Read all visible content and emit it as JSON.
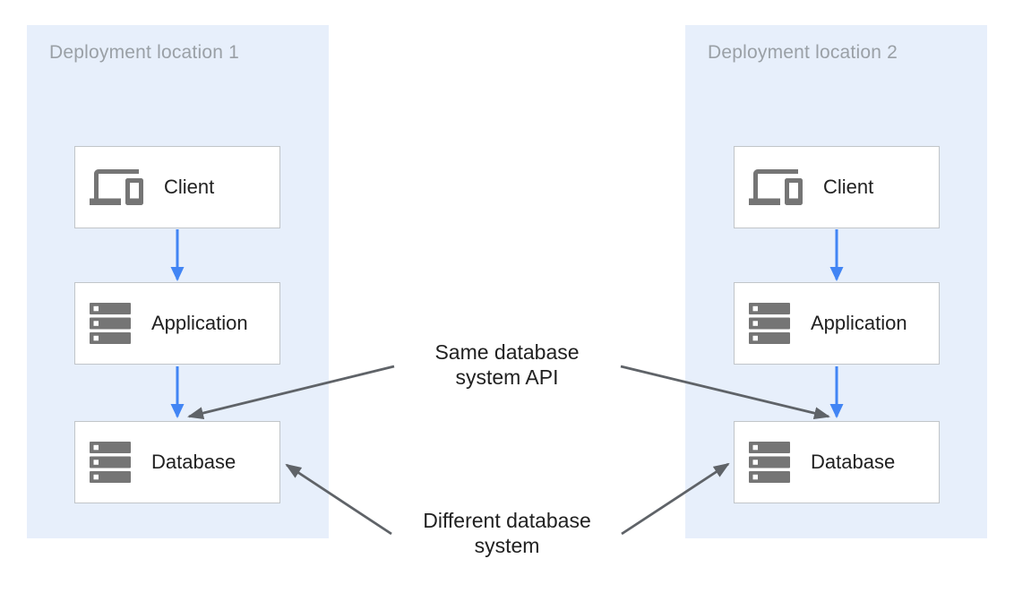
{
  "diagram": {
    "panels": [
      {
        "title": "Deployment location 1",
        "nodes": [
          {
            "label": "Client",
            "icon": "devices-icon"
          },
          {
            "label": "Application",
            "icon": "server-stack-icon"
          },
          {
            "label": "Database",
            "icon": "server-stack-icon"
          }
        ]
      },
      {
        "title": "Deployment location 2",
        "nodes": [
          {
            "label": "Client",
            "icon": "devices-icon"
          },
          {
            "label": "Application",
            "icon": "server-stack-icon"
          },
          {
            "label": "Database",
            "icon": "server-stack-icon"
          }
        ]
      }
    ],
    "annotations": [
      {
        "line1": "Same database",
        "line2": "system API"
      },
      {
        "line1": "Different database",
        "line2": "system"
      }
    ],
    "colors": {
      "panel_bg": "#e7effb",
      "node_bg": "#ffffff",
      "node_border": "#c1c5c9",
      "icon_gray": "#757575",
      "panel_title_gray": "#9aa0a6",
      "node_label": "#212121",
      "flow_arrow_blue": "#4285f4",
      "annotation_arrow_gray": "#5f6368",
      "annotation_text": "#212121"
    }
  }
}
